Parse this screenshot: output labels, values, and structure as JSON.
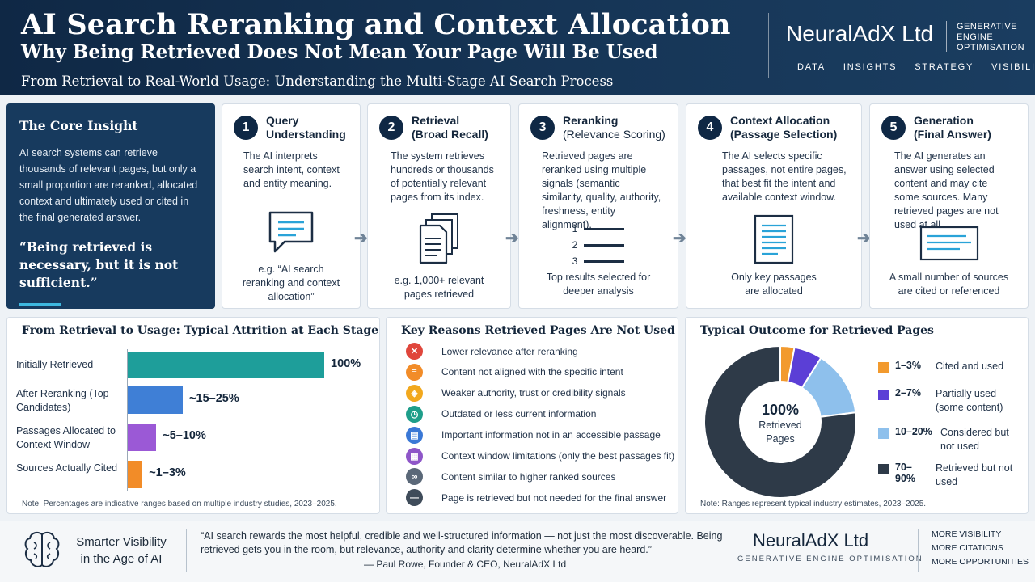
{
  "header": {
    "title": "AI Search Reranking and Context Allocation",
    "subtitle": "Why Being Retrieved Does Not Mean Your Page Will Be Used",
    "tagline": "From Retrieval to Real-World Usage: Understanding the Multi-Stage AI Search Process",
    "brand": "NeuralAdX Ltd",
    "brand_sub": "GENERATIVE ENGINE OPTIMISATION",
    "nav": [
      "DATA",
      "INSIGHTS",
      "STRATEGY",
      "VISIBILITY"
    ]
  },
  "core": {
    "title": "The Core Insight",
    "text": "AI search systems can retrieve thousands of relevant pages, but only a small proportion are reranked, allocated context and ultimately used or cited in the final generated answer.",
    "quote": "“Being retrieved is necessary, but it is not sufficient.”"
  },
  "steps": [
    {
      "num": "1",
      "title": "Query",
      "title2": "Understanding",
      "desc": "The AI interprets search intent, context and entity meaning.",
      "foot": "e.g. “AI search reranking and context allocation”",
      "icon": "chat-icon"
    },
    {
      "num": "2",
      "title": "Retrieval",
      "title2": "(Broad Recall)",
      "desc": "The system retrieves hundreds or thousands of potentially relevant pages from its index.",
      "foot": "e.g. 1,000+ relevant pages retrieved",
      "icon": "documents-icon"
    },
    {
      "num": "3",
      "title": "Reranking",
      "title2": "(Relevance Scoring)",
      "desc": "Retrieved pages are reranked using multiple signals (semantic similarity, quality, authority, freshness, entity alignment).",
      "foot": "Top results selected for deeper analysis",
      "icon": "ranked-list-icon",
      "ranks": [
        "1",
        "2",
        "3"
      ]
    },
    {
      "num": "4",
      "title": "Context Allocation",
      "title2": "(Passage Selection)",
      "desc": "The AI selects specific passages, not entire pages, that best fit the intent and available context window.",
      "foot": "Only key passages are allocated",
      "icon": "passage-icon"
    },
    {
      "num": "5",
      "title": "Generation",
      "title2": "(Final Answer)",
      "desc": "The AI generates an answer using selected content and may cite some sources. Many retrieved pages are not used at all.",
      "foot": "A small number of sources are cited or referenced",
      "icon": "answer-icon"
    }
  ],
  "attrition": {
    "title": "From Retrieval to Usage: Typical Attrition at Each Stage",
    "note": "Note: Percentages are indicative ranges based on multiple industry studies, 2023–2025.",
    "rows": [
      {
        "label": "Initially Retrieved",
        "value": "100%",
        "fraction": 1.0,
        "color": "#1e9e9a"
      },
      {
        "label": "After Reranking (Top Candidates)",
        "value": "~15–25%",
        "fraction": 0.28,
        "color": "#3f7fd6"
      },
      {
        "label": "Passages Allocated to Context Window",
        "value": "~5–10%",
        "fraction": 0.145,
        "color": "#9b59d6"
      },
      {
        "label": "Sources Actually Cited",
        "value": "~1–3%",
        "fraction": 0.075,
        "color": "#f28c28"
      }
    ]
  },
  "reasons": {
    "title": "Key Reasons Retrieved Pages Are Not Used",
    "items": [
      {
        "text": "Lower relevance after reranking",
        "icon": "x-icon",
        "color": "#e0463c",
        "glyph": "✕"
      },
      {
        "text": "Content not aligned with the specific intent",
        "icon": "document-icon",
        "color": "#f28c28",
        "glyph": "≡"
      },
      {
        "text": "Weaker authority, trust or credibility signals",
        "icon": "shield-icon",
        "color": "#f2a81d",
        "glyph": "◈"
      },
      {
        "text": "Outdated or less current information",
        "icon": "clock-icon",
        "color": "#1e9e8a",
        "glyph": "◷"
      },
      {
        "text": "Important information not in an accessible passage",
        "icon": "page-icon",
        "color": "#3a78d6",
        "glyph": "▤"
      },
      {
        "text": "Context window limitations (only the best passages fit)",
        "icon": "window-icon",
        "color": "#8e56c8",
        "glyph": "▦"
      },
      {
        "text": "Content similar to higher ranked sources",
        "icon": "link-icon",
        "color": "#5a6878",
        "glyph": "∞"
      },
      {
        "text": "Page is retrieved but not needed for the final answer",
        "icon": "minus-icon",
        "color": "#3f4c5a",
        "glyph": "—"
      }
    ]
  },
  "outcome": {
    "title": "Typical Outcome for Retrieved Pages",
    "note": "Note: Ranges represent typical industry estimates, 2023–2025.",
    "center_value": "100%",
    "center_label": "Retrieved Pages"
  },
  "chart_data": {
    "type": "pie",
    "title": "Typical Outcome for Retrieved Pages",
    "categories": [
      "Cited and used",
      "Partially used (some content)",
      "Considered but not used",
      "Retrieved but not used"
    ],
    "ranges": [
      "1–3%",
      "2–7%",
      "10–20%",
      "70–90%"
    ],
    "values": [
      3,
      6,
      14,
      77
    ],
    "colors": [
      "#f29a2e",
      "#5b3fd6",
      "#8ec0ec",
      "#2e3a48"
    ],
    "legend": "right"
  },
  "footer": {
    "smart": "Smarter Visibility in the Age of AI",
    "quote": "“AI search rewards the most helpful, credible and well-structured information — not just the most discoverable. Being retrieved gets you in the room, but relevance, authority and clarity determine whether you are heard.”",
    "author": "— Paul Rowe, Founder & CEO, NeuralAdX Ltd",
    "brand": "NeuralAdX Ltd",
    "brand_sub": "GENERATIVE ENGINE OPTIMISATION",
    "more": [
      "MORE VISIBILITY",
      "MORE CITATIONS",
      "MORE OPPORTUNITIES"
    ]
  }
}
